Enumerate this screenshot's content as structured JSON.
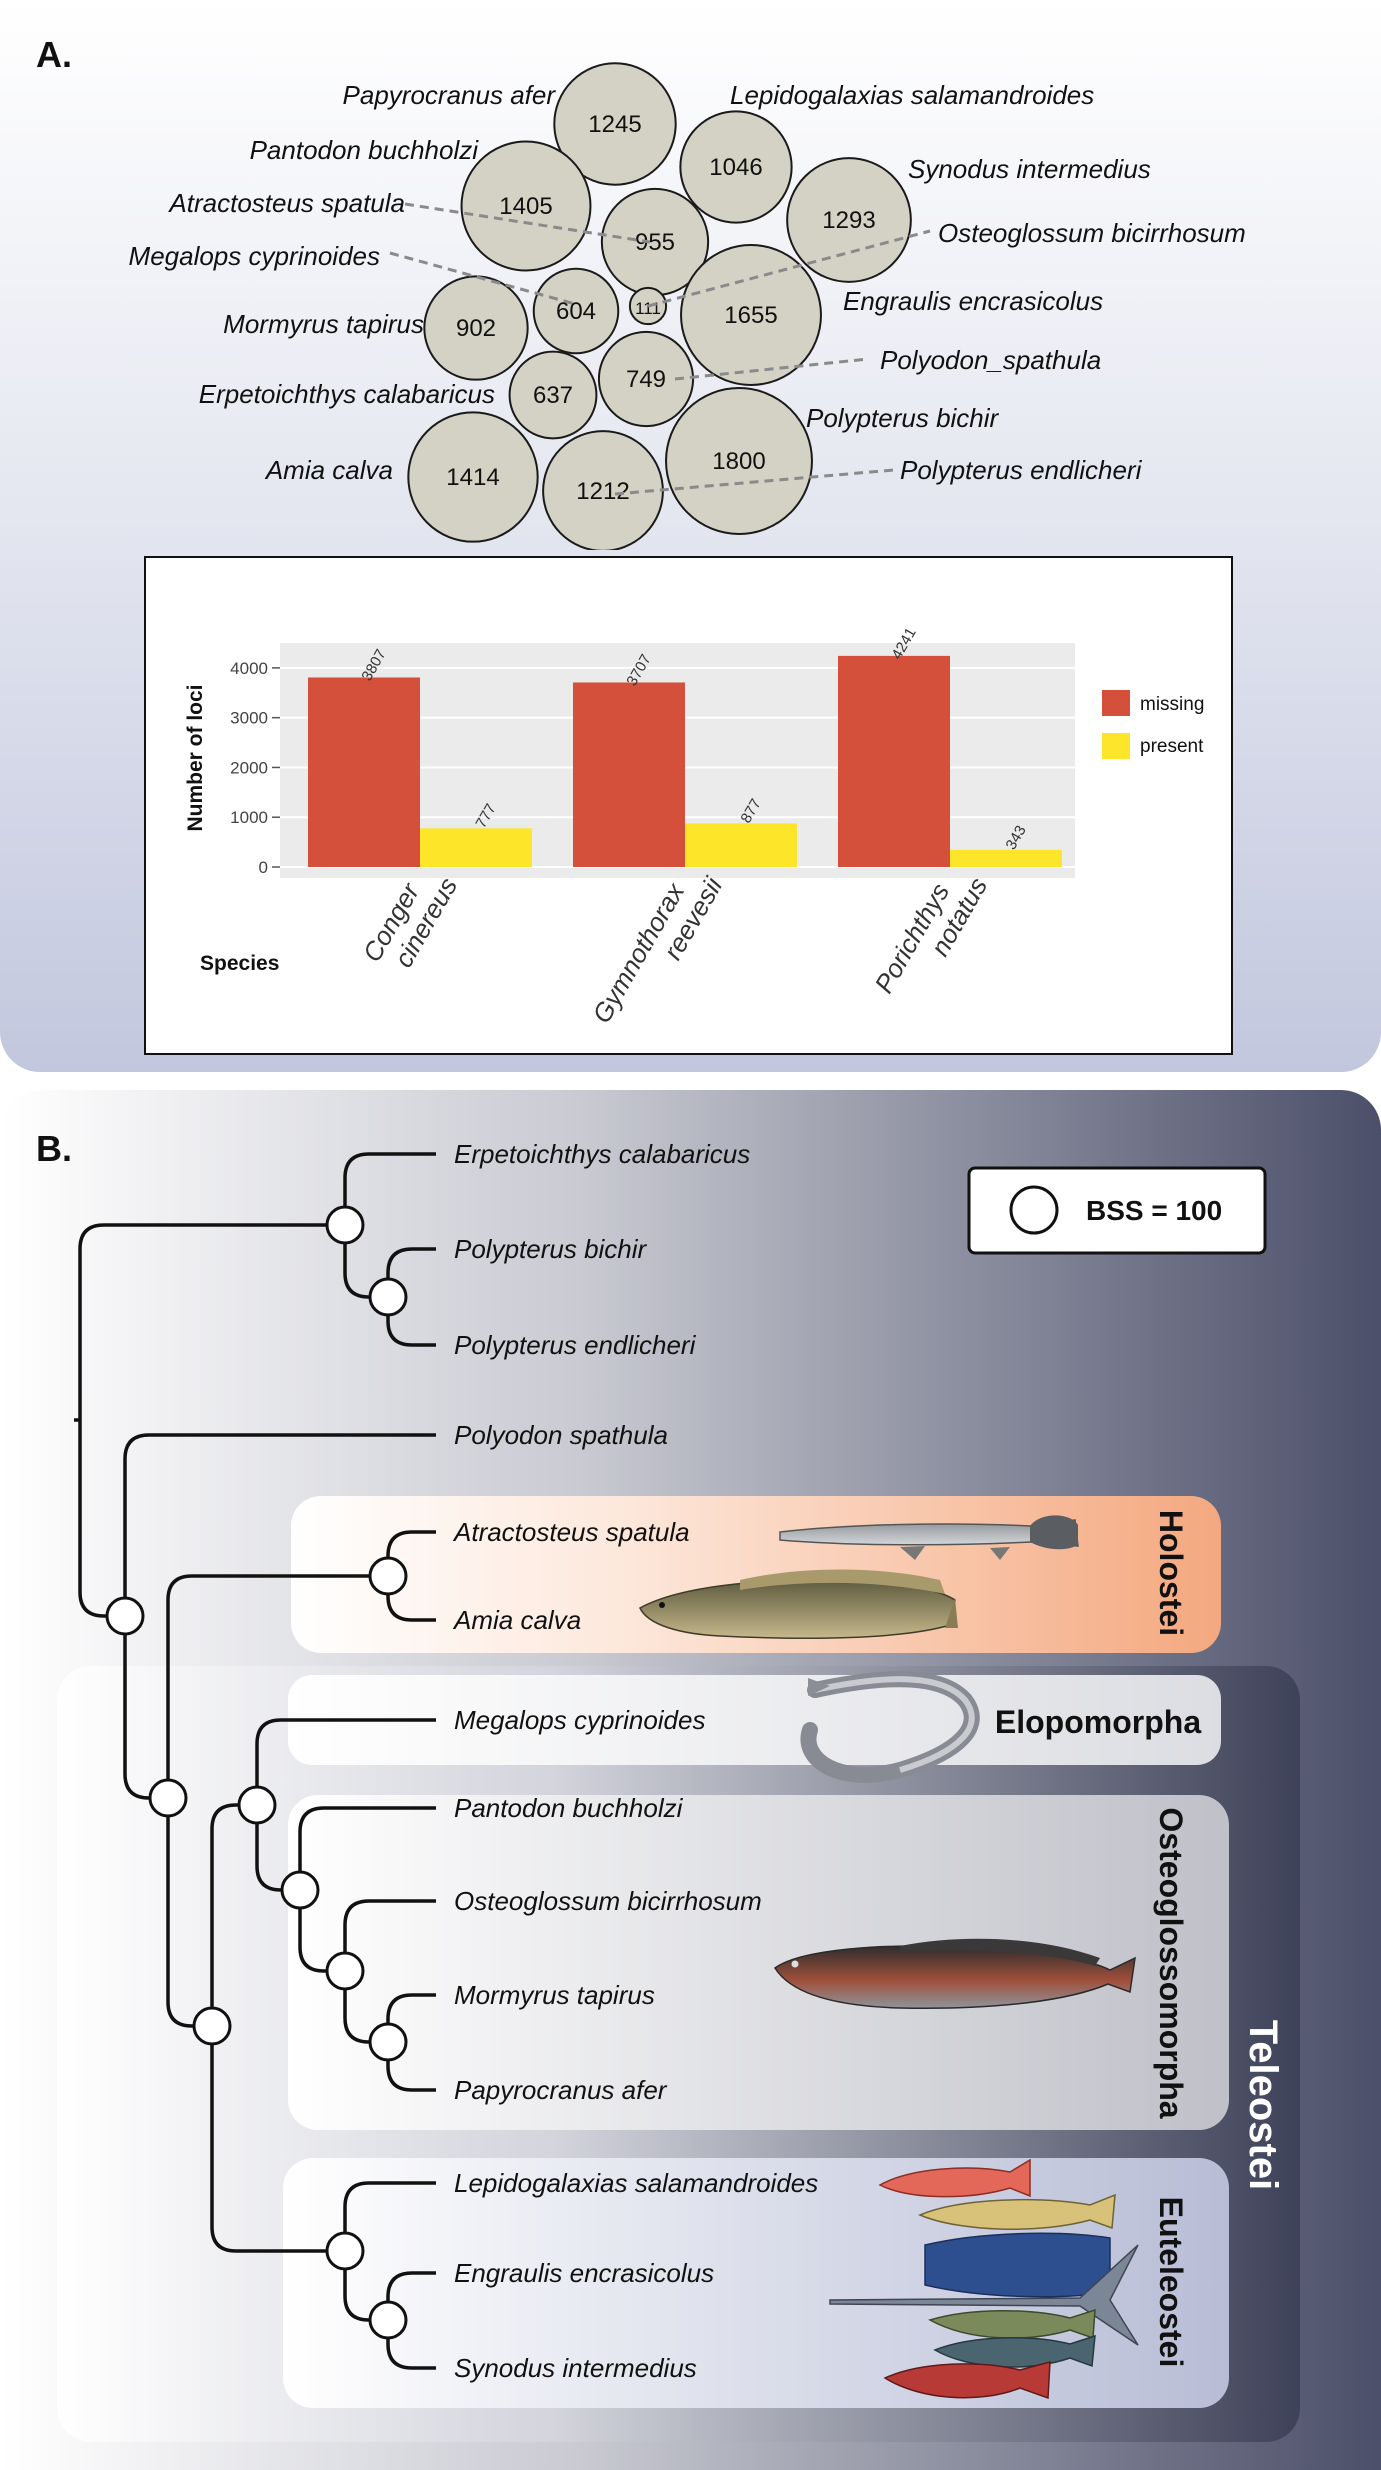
{
  "panel_a": {
    "label": "A.",
    "bubbles": [
      {
        "value": 1245,
        "species": "Papyrocranus afer"
      },
      {
        "value": 1046,
        "species": "Lepidogalaxias salamandroides"
      },
      {
        "value": 1293,
        "species": "Synodus intermedius"
      },
      {
        "value": 1405,
        "species": "Pantodon buchholzi"
      },
      {
        "value": 955,
        "species": "Atractosteus spatula"
      },
      {
        "value": 1655,
        "species": "Engraulis encrasicolus"
      },
      {
        "value": 902,
        "species": "Mormyrus tapirus"
      },
      {
        "value": 604,
        "species": "Megalops cyprinoides"
      },
      {
        "value": 111,
        "species": "Osteoglossum bicirrhosum"
      },
      {
        "value": 749,
        "species": "Polyodon_spathula"
      },
      {
        "value": 637,
        "species": "Erpetoichthys calabaricus"
      },
      {
        "value": 1414,
        "species": "Amia calva"
      },
      {
        "value": 1212,
        "species": "Polypterus endlicheri"
      },
      {
        "value": 1800,
        "species": "Polypterus bichir"
      }
    ]
  },
  "chart_data": {
    "type": "bar",
    "categories": [
      "Conger cinereus",
      "Gymnothorax reevesii",
      "Porichthys notatus"
    ],
    "series": [
      {
        "name": "missing",
        "color": "#d4503a",
        "values": [
          3807,
          3707,
          4241
        ]
      },
      {
        "name": "present",
        "color": "#fde52a",
        "values": [
          777,
          877,
          343
        ]
      }
    ],
    "ylabel": "Number of loci",
    "xlabel": "Species",
    "ylim": [
      0,
      4500
    ],
    "yticks": [
      0,
      1000,
      2000,
      3000,
      4000
    ],
    "legend_position": "right",
    "grid": true
  },
  "panel_b": {
    "label": "B.",
    "legend_text": "BSS = 100",
    "taxa": [
      "Erpetoichthys calabaricus",
      "Polypterus bichir",
      "Polypterus endlicheri",
      "Polyodon spathula",
      "Atractosteus spatula",
      "Amia calva",
      "Megalops cyprinoides",
      "Pantodon buchholzi",
      "Osteoglossum bicirrhosum",
      "Mormyrus tapirus",
      "Papyrocranus afer",
      "Lepidogalaxias salamandroides",
      "Engraulis encrasicolus",
      "Synodus intermedius"
    ],
    "clades": {
      "holostei": "Holostei",
      "elopomorpha": "Elopomorpha",
      "osteoglossomorpha": "Osteoglossomorpha",
      "euteleostei": "Euteleostei",
      "teleostei": "Teleostei"
    },
    "colors": {
      "holostei": "#f5b796",
      "missing": "#d4503a",
      "present": "#fde52a"
    }
  }
}
